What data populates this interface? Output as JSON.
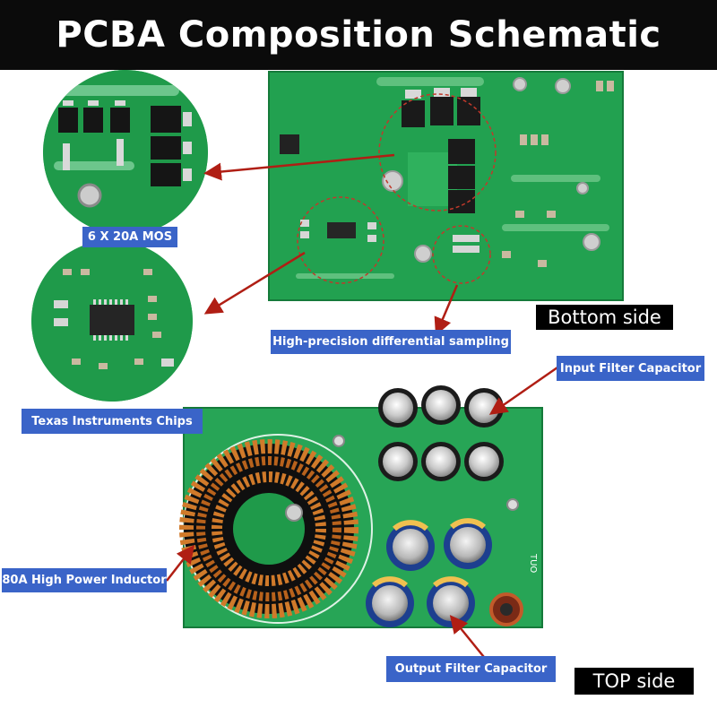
{
  "title": "PCBA Composition Schematic",
  "side_labels": {
    "bottom": "Bottom side",
    "top": "TOP side"
  },
  "callouts": {
    "mos": "6 X 20A MOS",
    "ti_chips": "Texas Instruments Chips",
    "differential_sampling": "High-precision differential sampling",
    "input_filter": "Input Filter Capacitor",
    "inductor": "80A High Power Inductor",
    "output_filter": "Output Filter Capacitor"
  },
  "silkscreen": {
    "board_mark": "TUO"
  },
  "colors": {
    "pcb_green": "#1f9a4a",
    "label_blue": "#3a64c8",
    "arrow_red": "#b01e14",
    "title_bar": "#0b0b0b"
  }
}
